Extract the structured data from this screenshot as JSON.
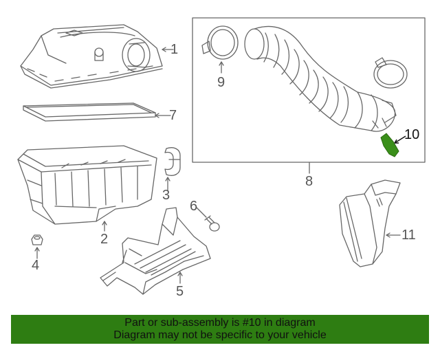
{
  "callouts": {
    "c1": "1",
    "c2": "2",
    "c3": "3",
    "c4": "4",
    "c5": "5",
    "c6": "6",
    "c7": "7",
    "c8": "8",
    "c9": "9",
    "c10": "10",
    "c11": "11"
  },
  "banner": {
    "line1": "Part or sub-assembly is #10 in diagram",
    "line2": "Diagram may not be specific to your vehicle"
  },
  "colors": {
    "line": "#666666",
    "highlight_part": "#3a8f1a",
    "banner_bg": "#2e7d12"
  },
  "icons": [
    "air-filter-housing-cover-icon",
    "air-filter-element-icon",
    "air-filter-lower-housing-icon",
    "clamp-icon",
    "grommet-icon",
    "bracket-icon",
    "bolt-icon",
    "air-intake-hose-icon",
    "hose-clamp-icon",
    "sensor-part-icon",
    "air-duct-icon"
  ]
}
